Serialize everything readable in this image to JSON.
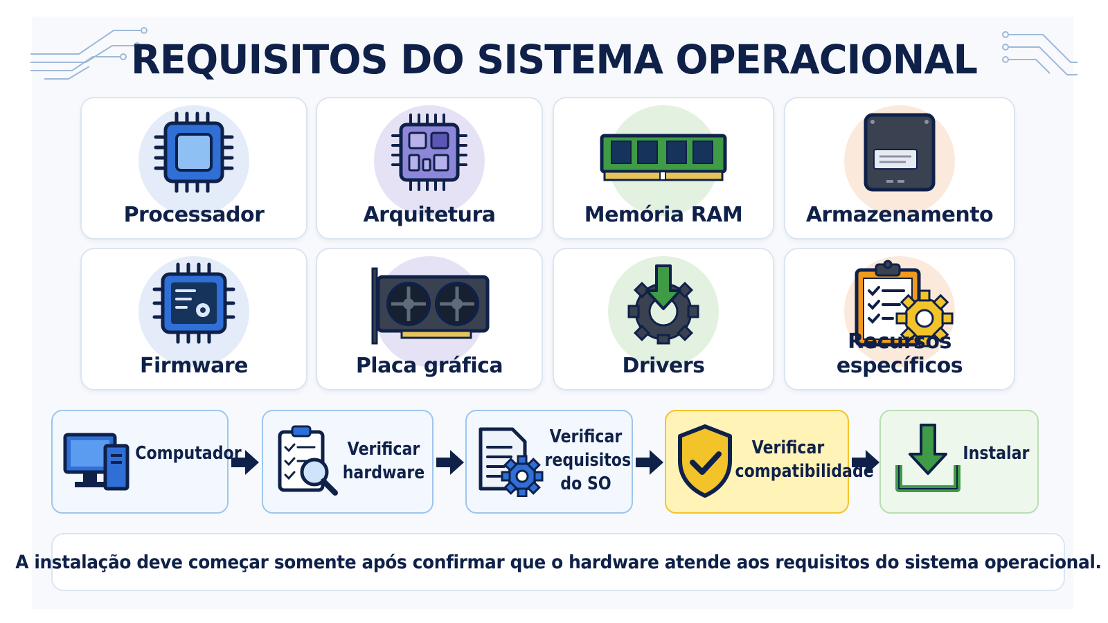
{
  "title": "REQUISITOS DO SISTEMA OPERACIONAL",
  "components": [
    {
      "label": "Processador",
      "icon": "cpu-chip-icon",
      "halo": "#e3ecf8"
    },
    {
      "label": "Arquitetura",
      "icon": "architecture-chip-icon",
      "halo": "#e6e2f6"
    },
    {
      "label": "Memória RAM",
      "icon": "ram-module-icon",
      "halo": "#e3f1e1"
    },
    {
      "label": "Armazenamento",
      "icon": "ssd-drive-icon",
      "halo": "#fbe9db"
    },
    {
      "label": "Firmware",
      "icon": "firmware-chip-icon",
      "halo": "#e3ecf8"
    },
    {
      "label": "Placa gráfica",
      "icon": "graphics-card-icon",
      "halo": "#e6e2f6"
    },
    {
      "label": "Drivers",
      "icon": "driver-gear-download-icon",
      "halo": "#e3f1e1"
    },
    {
      "label": "Recursos específicos",
      "icon": "clipboard-gear-icon",
      "halo": "#fbe9db"
    }
  ],
  "flow": [
    {
      "label": "Computador",
      "icon": "computer-icon"
    },
    {
      "label": "Verificar hardware",
      "line1": "Verificar",
      "line2": "hardware",
      "icon": "checklist-magnifier-icon"
    },
    {
      "label": "Verificar requisitos do SO",
      "line1": "Verificar",
      "line2": "requisitos",
      "line3": "do SO",
      "icon": "document-gear-icon"
    },
    {
      "label": "Verificar compatibilidade",
      "line1": "Verificar",
      "line2": "compatibilidade",
      "icon": "shield-check-icon"
    },
    {
      "label": "Instalar",
      "icon": "download-install-icon"
    }
  ],
  "footer": "A instalação deve começar somente após confirmar que o hardware atende aos requisitos do sistema operacional.",
  "colors": {
    "navy": "#0f2149",
    "blue": "#2f6fd6",
    "green": "#3f9b45",
    "yellow": "#f3c32a",
    "orange": "#f19a1c"
  }
}
